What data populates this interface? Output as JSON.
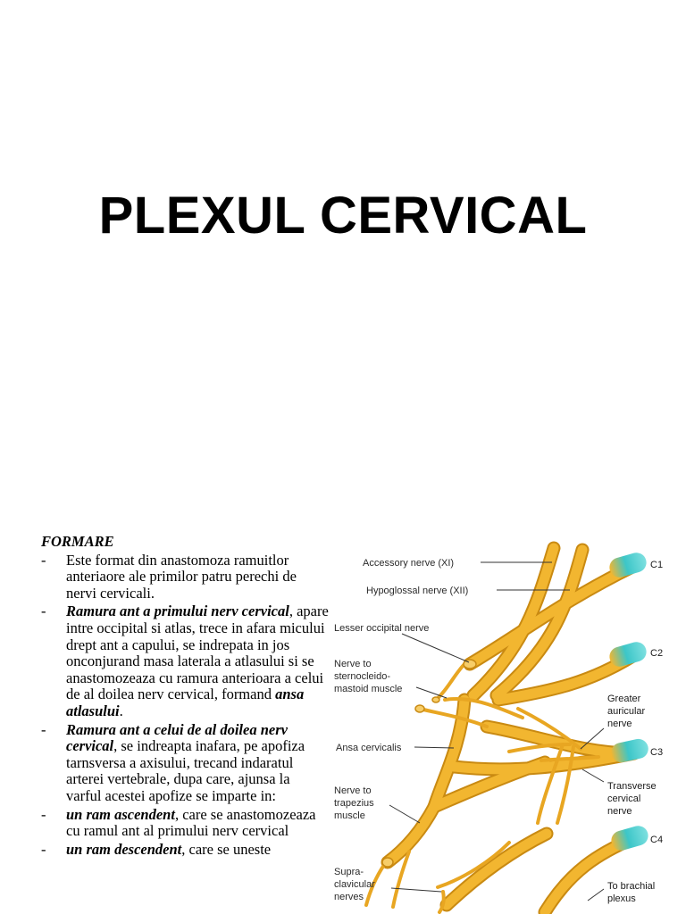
{
  "title": "PLEXUL CERVICAL",
  "text": {
    "heading": "FORMARE",
    "bullets": [
      {
        "text": "Este format din anastomoza ramuitlor anteriaore ale primilor patru perechi de nervi cervicali."
      },
      {
        "bold": "Ramura ant a primului nerv cervical",
        "text": ", apare intre occipital si atlas, trece in afara micului drept ant a capului, se indrepata in jos onconjurand masa laterala a atlasului si se anastomozeaza cu ramura anterioara a celui de al doilea nerv cervical, formand ",
        "bold2": "ansa atlasului",
        "text2": "."
      },
      {
        "bold": "Ramura ant a celui de al doilea nerv cervical",
        "text": ", se indreapta inafara, pe apofiza tarnsversa a axisului, trecand indaratul arterei vertebrale, dupa care, ajunsa la varful acestei apofize se imparte in:"
      },
      {
        "bold": "un ram ascendent",
        "text": ", care se anastomozeaza cu ramul ant al primului nerv cervical"
      },
      {
        "bold": "un ram descendent",
        "text": ", care se uneste"
      }
    ]
  },
  "figure": {
    "labels_left": {
      "accessory": "Accessory nerve (XI)",
      "hypoglossal": "Hypoglossal nerve (XII)",
      "lesser_occipital": "Lesser occipital nerve",
      "scm_1": "Nerve to",
      "scm_2": "sternocleido-",
      "scm_3": "mastoid muscle",
      "ansa": "Ansa cervicalis",
      "trap_1": "Nerve to",
      "trap_2": "trapezius",
      "trap_3": "muscle",
      "supra_1": "Supra-",
      "supra_2": "clavicular",
      "supra_3": "nerves"
    },
    "labels_right": {
      "c1": "C1",
      "c2": "C2",
      "c3": "C3",
      "c4": "C4",
      "gan_1": "Greater",
      "gan_2": "auricular",
      "gan_3": "nerve",
      "tcn_1": "Transverse",
      "tcn_2": "cervical",
      "tcn_3": "nerve",
      "bp_1": "To brachial",
      "bp_2": "plexus"
    },
    "colors": {
      "nerve": "#f2b630",
      "nerve_edge": "#c98a12",
      "root": "#3cc6c8"
    }
  }
}
